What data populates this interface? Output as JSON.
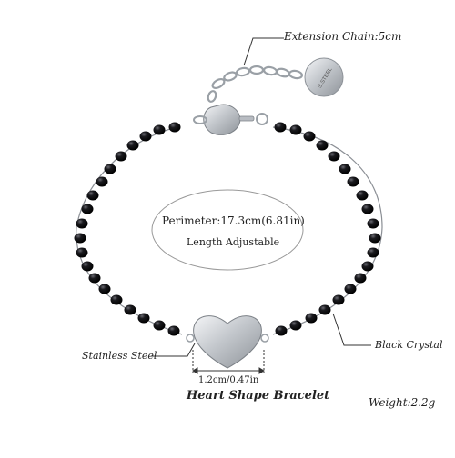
{
  "annotations": {
    "extension_chain": "Extension Chain:5cm",
    "perimeter": "Perimeter:17.3cm(6.81in)",
    "length_adjustable": "Length Adjustable",
    "stainless_steel": "Stainless Steel",
    "black_crystal": "Black Crystal",
    "heart_size": "1.2cm/0.47in"
  },
  "tag_text": "S.STEEL",
  "caption": "Heart Shape Bracelet",
  "weight": "Weight:2.2g",
  "colors": {
    "bead": "#0b0b0d",
    "steel": "#b8bcc2",
    "line": "#333333"
  }
}
